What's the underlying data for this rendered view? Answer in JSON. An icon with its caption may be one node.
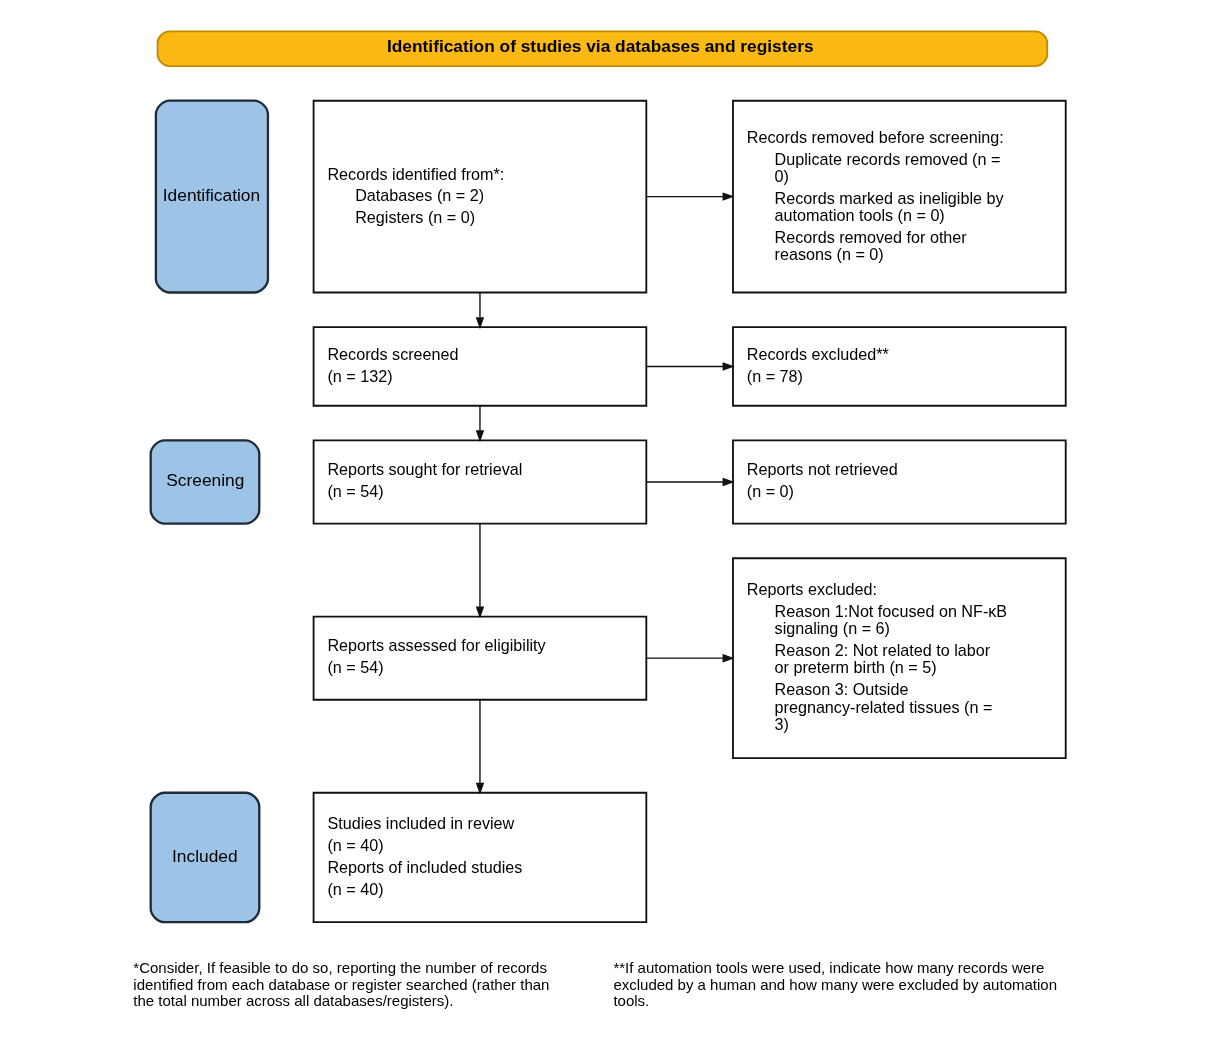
{
  "diagram": {
    "nodes": [
      {
        "text": [
          "Identification of studies via databases and registers"
        ]
      },
      {
        "text": [
          "Identification"
        ]
      },
      {
        "text": [
          "Records identified from*:",
          "Databases (n = 2)",
          "Registers (n = 0)"
        ]
      },
      {
        "text": [
          "Records removed before screening:",
          "Duplicate records removed (n = 0)",
          "Records marked as ineligible by automation tools (n = 0)",
          "Records removed for other reasons (n = 0)"
        ]
      },
      {
        "text": [
          "Screening"
        ]
      },
      {
        "text": [
          "Records screened",
          "(n = 132)"
        ]
      },
      {
        "text": [
          "Records excluded**",
          "(n = 78)"
        ]
      },
      {
        "text": [
          "Reports sought for retrieval",
          "(n = 54)"
        ]
      },
      {
        "text": [
          "Reports not retrieved",
          "(n = 0)"
        ]
      },
      {
        "text": [
          "Reports assessed for eligibility",
          "(n = 54)"
        ]
      },
      {
        "text": [
          "Reports excluded:",
          "Reason 1:Not focused on NF-κB signaling (n = 6)",
          "Reason 2: Not related to labor or preterm birth (n = 5)",
          "Reason 3: Outside pregnancy-related tissues (n = 3)"
        ]
      },
      {
        "text": [
          "Included"
        ]
      },
      {
        "text": [
          "Studies included in review",
          "(n = 40)",
          "Reports of included studies",
          "(n = 40)"
        ]
      }
    ],
    "edges": [
      {
        "from": 2,
        "to": 3,
        "arrow": "to"
      },
      {
        "from": 2,
        "to": 5,
        "arrow": "to"
      },
      {
        "from": 5,
        "to": 6,
        "arrow": "to"
      },
      {
        "from": 5,
        "to": 7,
        "arrow": "to"
      },
      {
        "from": 7,
        "to": 8,
        "arrow": "to"
      },
      {
        "from": 7,
        "to": 9,
        "arrow": "to"
      },
      {
        "from": 9,
        "to": 10,
        "arrow": "to"
      },
      {
        "from": 9,
        "to": 12,
        "arrow": "to"
      }
    ],
    "labels": [
      "*Consider, If feasible to do so, reporting the number of records identified from each database or register searched (rather than the total number across all databases/registers).",
      "**If automation tools were used, indicate how many records were excluded by a human and how many were excluded by automation tools."
    ]
  }
}
